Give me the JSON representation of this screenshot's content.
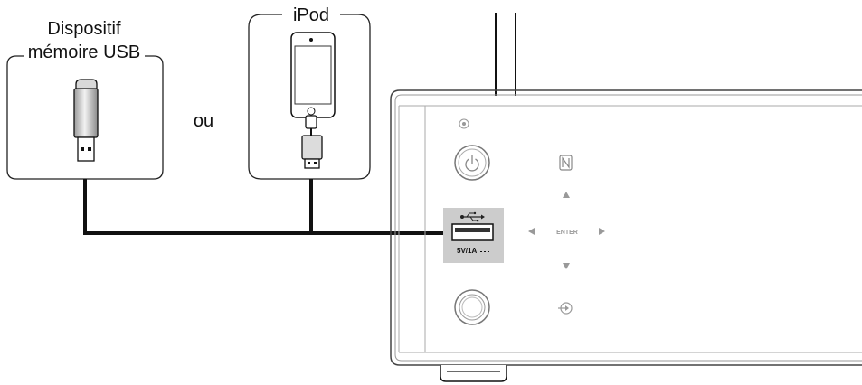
{
  "labels": {
    "usb_memory_line1": "Dispositif",
    "usb_memory_line2": "mémoire USB",
    "or": "ou",
    "ipod": "iPod"
  },
  "front_panel": {
    "enter_label": "ENTER",
    "usb_rating": "5V/1A"
  },
  "icons": [
    "usb-stick-icon",
    "ipod-icon",
    "remote-sensor-icon",
    "power-icon",
    "nfc-icon",
    "up-arrow-icon",
    "left-arrow-icon",
    "right-arrow-icon",
    "down-arrow-icon",
    "usb-symbol-icon",
    "dc-symbol-icon",
    "input-source-icon"
  ],
  "colors": {
    "cable": "#111111",
    "usb_panel": "#cccccc",
    "device_line": "#999999",
    "device_outline": "#444444"
  }
}
